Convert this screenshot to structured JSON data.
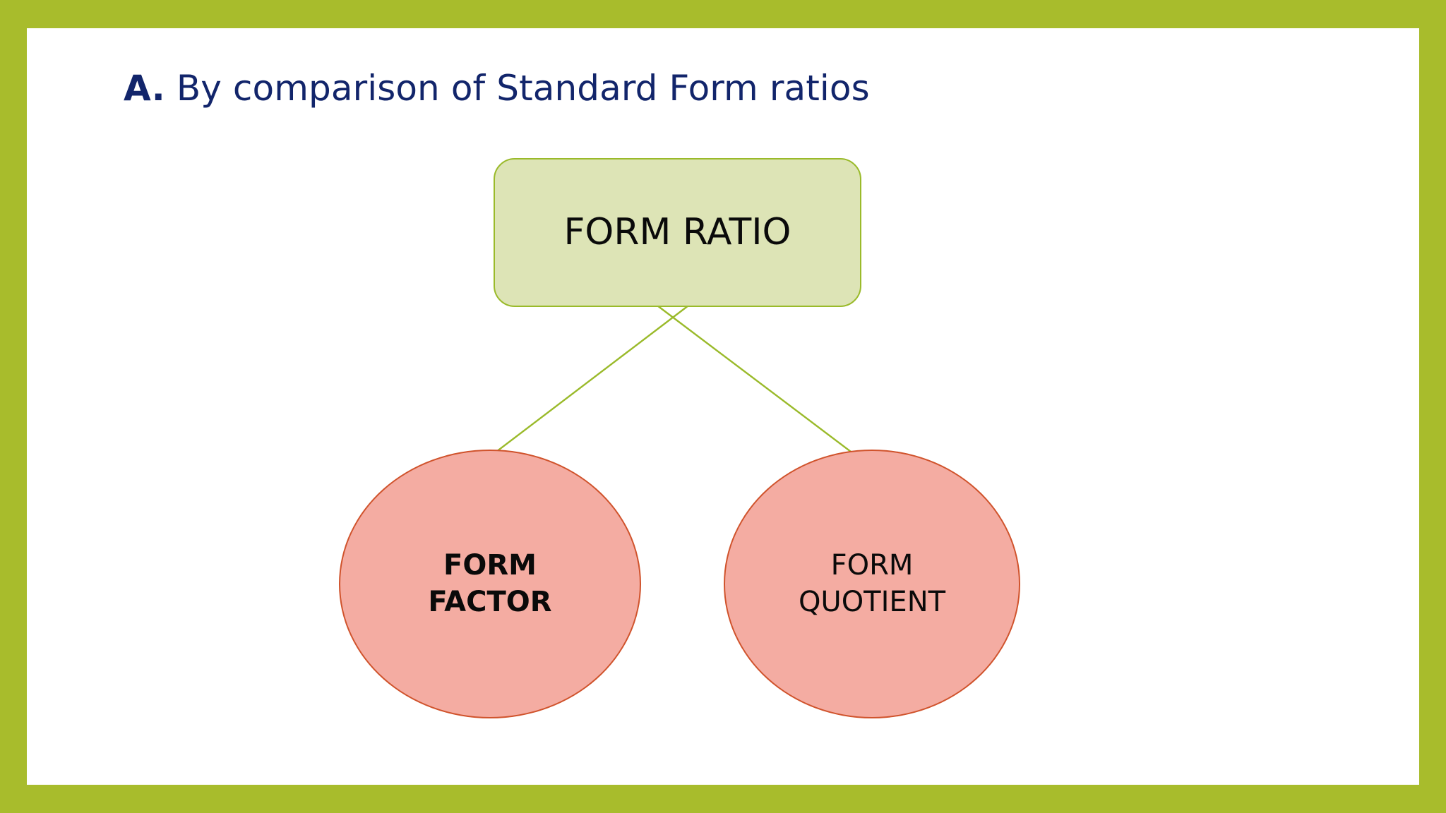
{
  "slide": {
    "frame_color": "#a8bc2c",
    "canvas_color": "#ffffff",
    "title": {
      "lead": "A.",
      "rest": " By comparison of Standard Form ratios",
      "color": "#12256b"
    }
  },
  "diagram": {
    "type": "hierarchy",
    "root": {
      "id": "form-ratio",
      "label": "FORM RATIO",
      "shape": "rounded-rectangle",
      "fill": "#dde4b6",
      "stroke": "#9aba2a",
      "bold": false
    },
    "children": [
      {
        "id": "form-factor",
        "label": "FORM\nFACTOR",
        "shape": "ellipse",
        "fill": "#f4aca2",
        "stroke": "#d0532c",
        "bold": true
      },
      {
        "id": "form-quotient",
        "label": "FORM\nQUOTIENT",
        "shape": "ellipse",
        "fill": "#f4aca2",
        "stroke": "#d0532c",
        "bold": false
      }
    ],
    "connectors": {
      "color": "#9aba2a",
      "width": 2,
      "style": "straight-crossing"
    }
  }
}
